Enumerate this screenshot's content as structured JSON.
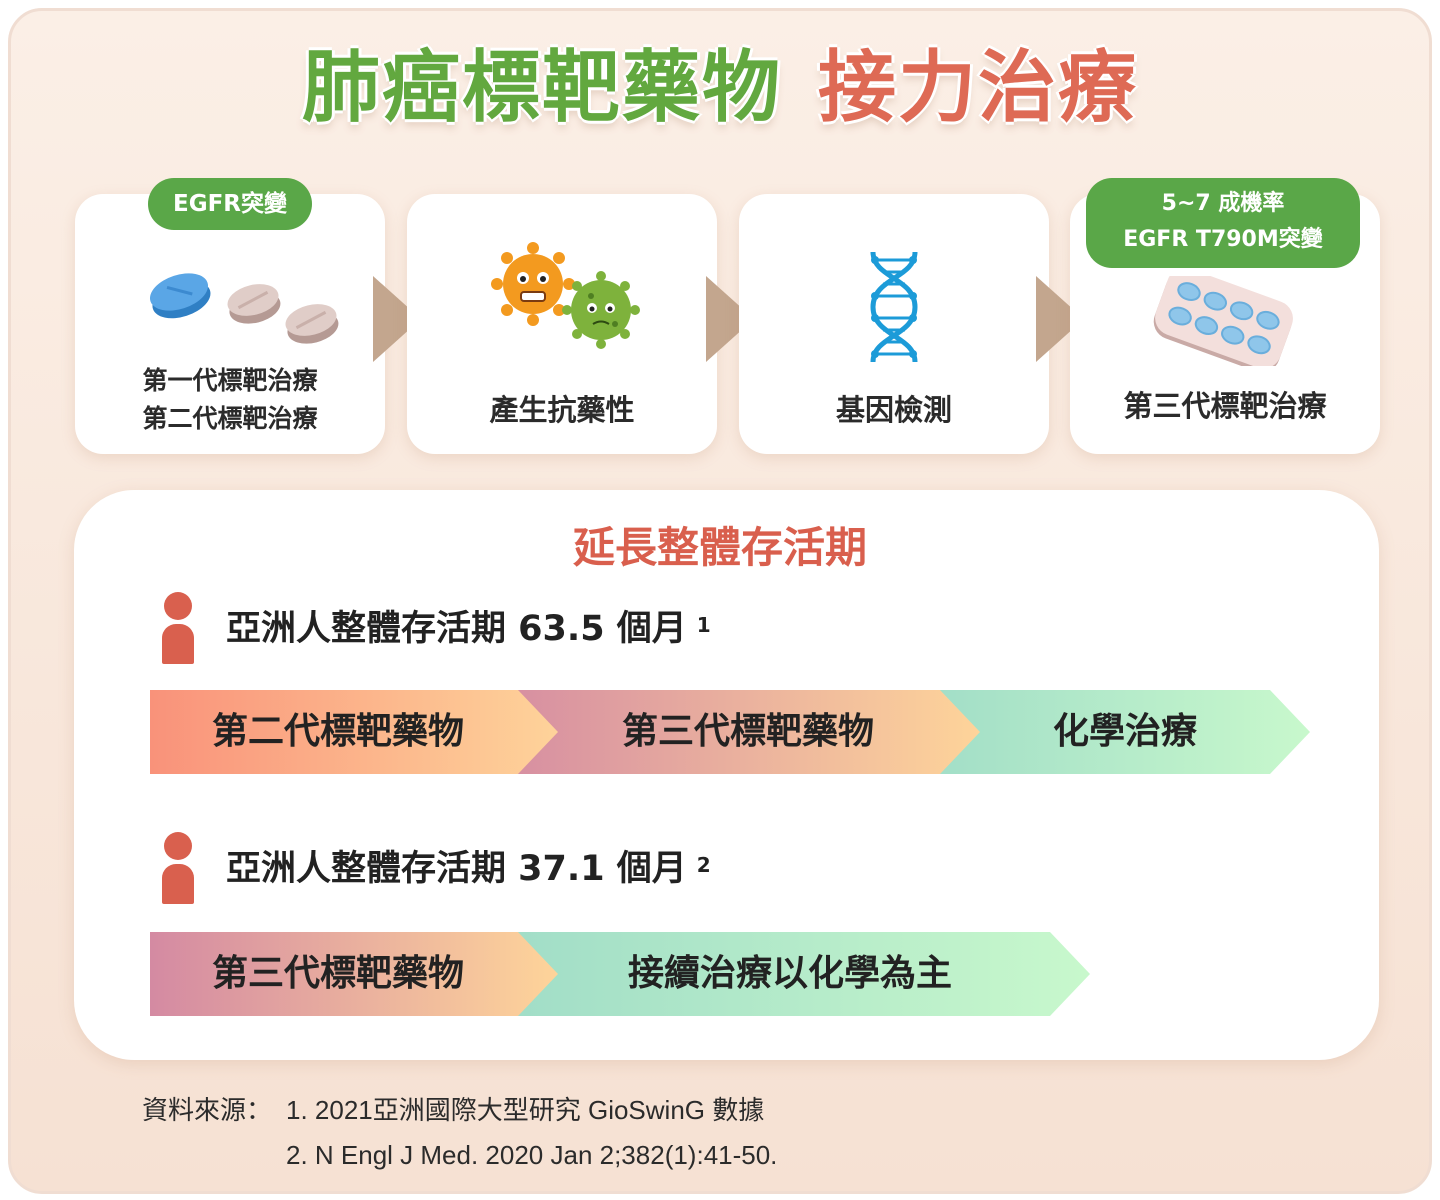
{
  "title": {
    "green": "肺癌標靶藥物",
    "red": "接力治療"
  },
  "steps": [
    {
      "label_line1": "第一代標靶治療",
      "label_line2": "第二代標靶治療",
      "tag": "EGFR突變",
      "icon": "pills-icon"
    },
    {
      "label": "產生抗藥性",
      "icon": "germ-icon"
    },
    {
      "label": "基因檢測",
      "icon": "dna-icon"
    },
    {
      "label": "第三代標靶治療",
      "tag_line1": "5~7 成機率",
      "tag_line2": "EGFR T790M突變",
      "icon": "blister-pack-icon"
    }
  ],
  "main": {
    "title": "延長整體存活期",
    "rows": [
      {
        "stat": "亞洲人整體存活期 63.5 個月",
        "ref": "1",
        "segments": [
          "第二代標靶藥物",
          "第三代標靶藥物",
          "化學治療"
        ]
      },
      {
        "stat": "亞洲人整體存活期 37.1 個月",
        "ref": "2",
        "segments": [
          "第三代標靶藥物",
          "接續治療以化學為主"
        ]
      }
    ]
  },
  "sources": {
    "label": "資料來源：",
    "items": [
      "1. 2021亞洲國際大型研究 GioSwinG 數據",
      "2. N Engl J Med. 2020 Jan 2;382(1):41-50."
    ]
  },
  "colors": {
    "green": "#62a83f",
    "red": "#de6a55",
    "tag_green": "#5aa748",
    "arrow": "#c3a68e",
    "person": "#d9604e"
  }
}
